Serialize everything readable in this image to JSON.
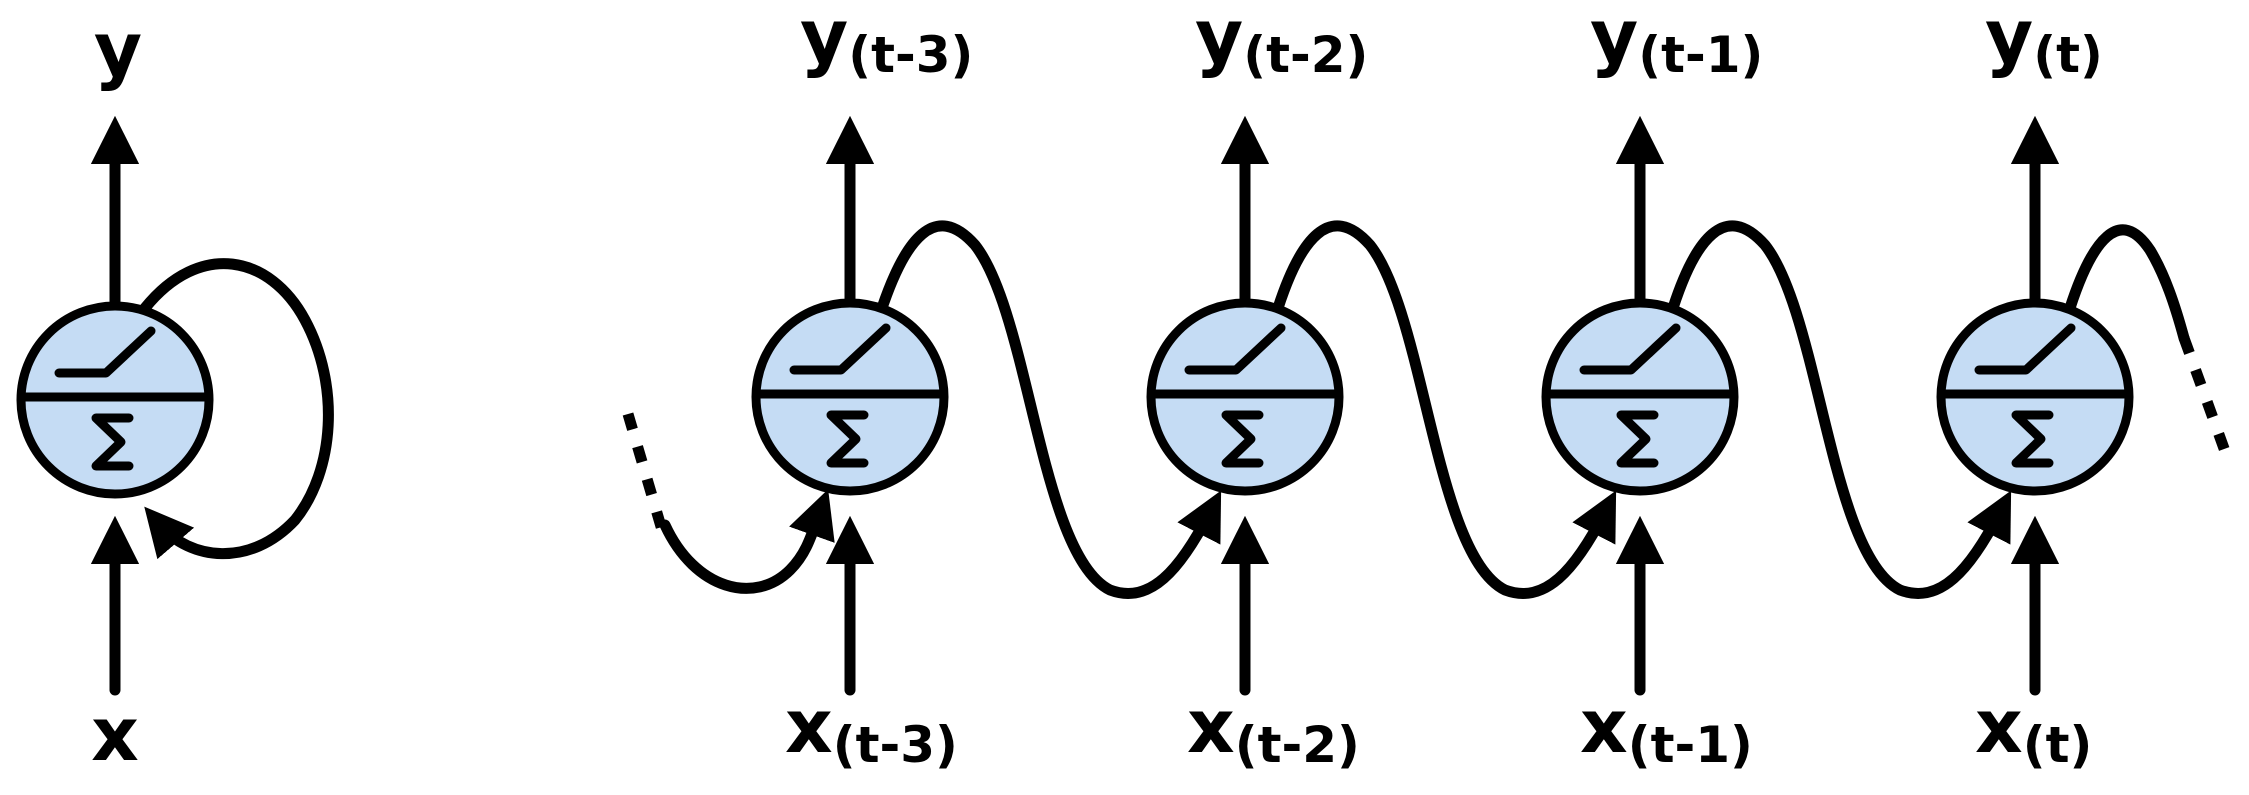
{
  "colors": {
    "neuron_fill": "#c5dcf4",
    "stroke": "#000000",
    "background": "#ffffff"
  },
  "icons": {
    "activation": "relu-step-icon",
    "summation": "sigma-icon"
  },
  "folded": {
    "output": "y",
    "input": "x"
  },
  "unrolled": [
    {
      "out_main": "y",
      "out_sub": "(t-3)",
      "in_main": "x",
      "in_sub": "(t-3)"
    },
    {
      "out_main": "y",
      "out_sub": "(t-2)",
      "in_main": "x",
      "in_sub": "(t-2)"
    },
    {
      "out_main": "y",
      "out_sub": "(t-1)",
      "in_main": "x",
      "in_sub": "(t-1)"
    },
    {
      "out_main": "y",
      "out_sub": "(t)",
      "in_main": "x",
      "in_sub": "(t)"
    }
  ]
}
